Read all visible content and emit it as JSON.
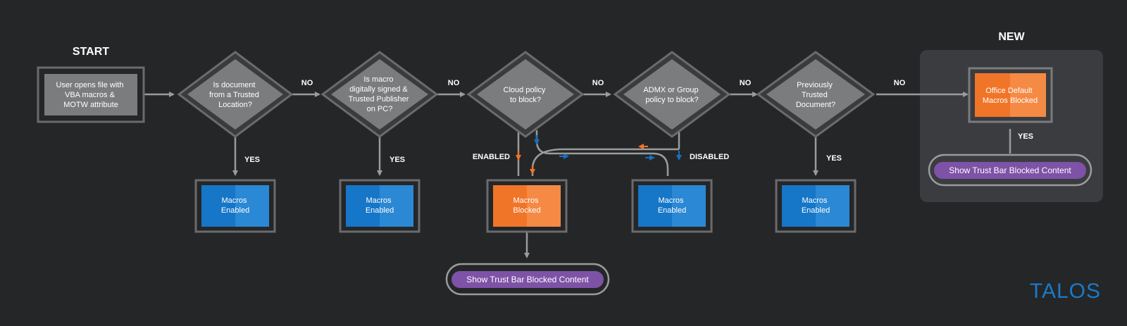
{
  "labels": {
    "start": "START",
    "new": "NEW",
    "no1": "NO",
    "no2": "NO",
    "no3": "NO",
    "no4": "NO",
    "no5": "NO",
    "yes1": "YES",
    "yes2": "YES",
    "yes3": "YES",
    "yes4": "YES",
    "enabled": "ENABLED",
    "disabled": "DISABLED"
  },
  "nodes": {
    "start_box": [
      "User opens file with",
      "VBA macros &",
      "MOTW attribute"
    ],
    "d1": [
      "Is document",
      "from a Trusted",
      "Location?"
    ],
    "d2": [
      "Is macro",
      "digitally signed &",
      "Trusted Publisher",
      "on PC?"
    ],
    "d3": [
      "Cloud policy",
      "to block?"
    ],
    "d4": [
      "ADMX or Group",
      "policy to block?"
    ],
    "d5": [
      "Previously",
      "Trusted",
      "Document?"
    ],
    "default_blocked": [
      "Office Default",
      "Macros Blocked"
    ],
    "enabled1": [
      "Macros",
      "Enabled"
    ],
    "enabled2": [
      "Macros",
      "Enabled"
    ],
    "blocked": [
      "Macros",
      "Blocked"
    ],
    "enabled4": [
      "Macros",
      "Enabled"
    ],
    "enabled5": [
      "Macros",
      "Enabled"
    ],
    "trustbar1": "Show Trust Bar Blocked Content",
    "trustbar2": "Show Trust Bar Blocked Content"
  },
  "logo": "TALOS",
  "colors": {
    "background": "#252628",
    "node_gray": "#7b7c7e",
    "node_border": "#5a5b5d",
    "enabled_blue": "#1676c8",
    "blocked_orange": "#f07528",
    "pill_purple": "#7e52a6",
    "arrow_orange": "#f07528",
    "arrow_blue": "#1a6fc0",
    "logo_blue": "#1a7ac8"
  }
}
